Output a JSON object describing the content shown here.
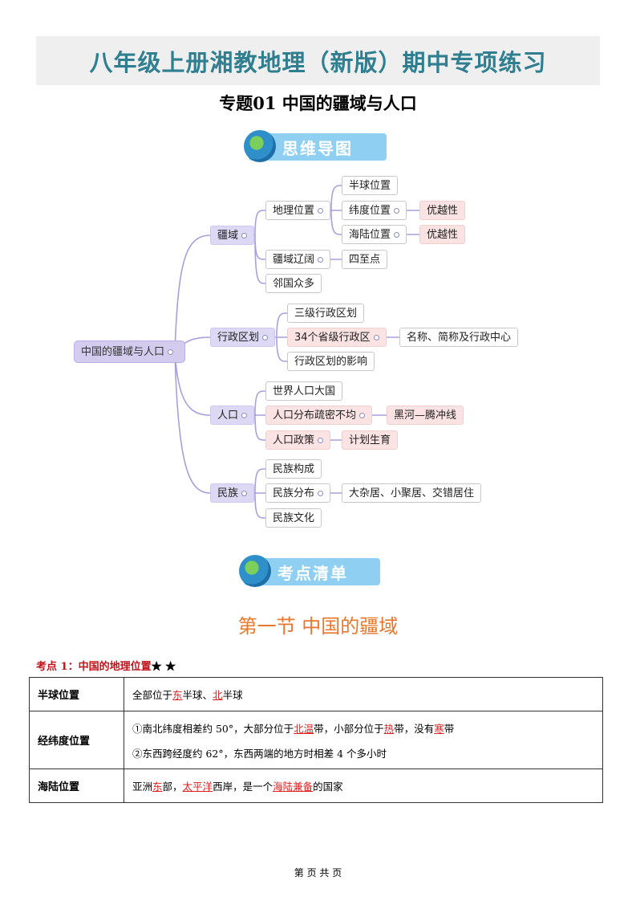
{
  "header": {
    "title": "八年级上册湘教地理（新版）期中专项练习",
    "subtitle": "专题01  中国的疆域与人口"
  },
  "banners": {
    "mindmap": "思维导图",
    "checklist": "考点清单"
  },
  "mindmap": {
    "root": "中国的疆域与人口",
    "n": {
      "jiangyu": "疆域",
      "dili": "地理位置",
      "banqiu": "半球位置",
      "weidu": "纬度位置",
      "hailu": "海陆位置",
      "youyue1": "优越性",
      "youyue2": "优越性",
      "liaokuo": "疆域辽阔",
      "sizhi": "四至点",
      "linguo": "邻国众多",
      "xingzheng": "行政区划",
      "sanji": "三级行政区划",
      "sheng": "34个省级行政区",
      "mingcheng": "名称、简称及行政中心",
      "yingxiang": "行政区划的影响",
      "renkou": "人口",
      "daguo": "世界人口大国",
      "fenbu": "人口分布疏密不均",
      "heihe": "黑河—腾冲线",
      "zhengce": "人口政策",
      "jihua": "计划生育",
      "minzu": "民族",
      "goucheng": "民族构成",
      "mzfenbu": "民族分布",
      "zaju": "大杂居、小聚居、交错居住",
      "wenhua": "民族文化"
    }
  },
  "section_title": "第一节  中国的疆域",
  "kaodian": {
    "label": "考点 1：中国的地理位置",
    "stars": "★ ★"
  },
  "table": {
    "r1": {
      "k": "半球位置",
      "t": [
        "全部位于",
        "东",
        "半球、",
        "北",
        "半球"
      ]
    },
    "r2": {
      "k": "经纬度位置",
      "a": [
        "①南北纬度相差约 50°，大部分位于",
        "北温",
        "带，小部分位于",
        "热",
        "带，没有",
        "寒",
        "带"
      ],
      "b": "②东西跨经度约 62°，东西两端的地方时相差 4 个多小时"
    },
    "r3": {
      "k": "海陆位置",
      "t": [
        "亚洲",
        "东",
        "部，",
        "太平洋",
        "西岸，是一个",
        "海陆兼备",
        "的国家"
      ]
    }
  },
  "footer": "第  页  共  页"
}
